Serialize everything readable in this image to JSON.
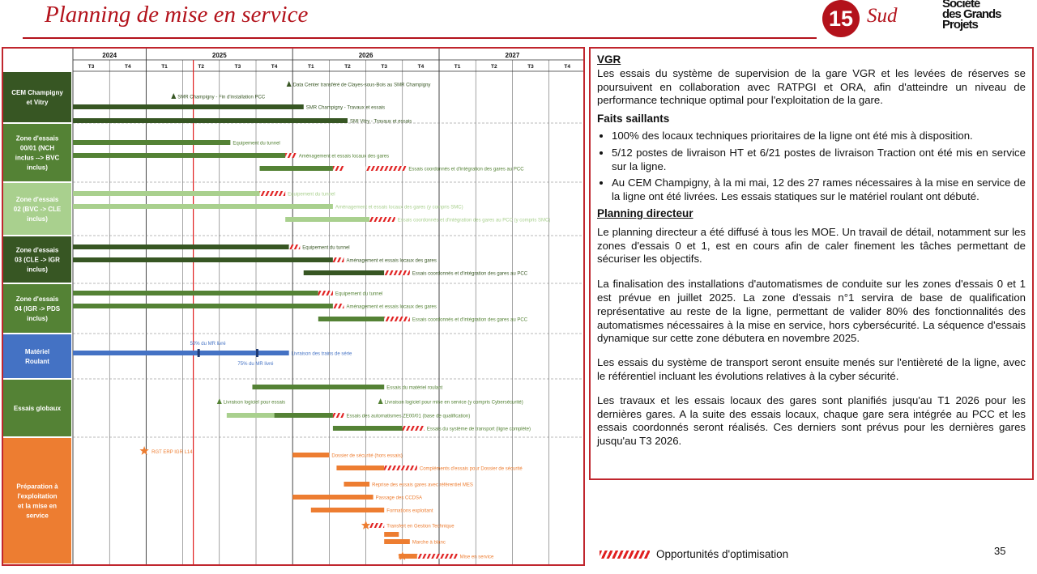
{
  "header": {
    "title": "Planning de mise en service",
    "logo_number": "15",
    "logo_suffix": "Sud",
    "org_lines": [
      "Société",
      "des Grands",
      "Projets"
    ]
  },
  "gantt": {
    "years": [
      "2024",
      "2025",
      "2026",
      "2027"
    ],
    "quarters": [
      "T3",
      "T4",
      "T1",
      "T2",
      "T3",
      "T4",
      "T1",
      "T2",
      "T3",
      "T4",
      "T1",
      "T2",
      "T3",
      "T4"
    ],
    "sections": [
      {
        "label": "CEM Champigny et Vitry",
        "color": "#375623"
      },
      {
        "label": "Zone d'essais 00/01 (NCH inclus --> BVC inclus)",
        "color": "#548235"
      },
      {
        "label": "Zone d'essais 02 (BVC -> CLE inclus)",
        "color": "#a9d08e"
      },
      {
        "label": "Zone d'essais 03 (CLE -> IGR inclus)",
        "color": "#375623"
      },
      {
        "label": "Zone d'essais 04 (IGR -> PDS inclus)",
        "color": "#548235"
      },
      {
        "label": "Matériel Roulant",
        "color": "#4472c4"
      },
      {
        "label": "Essais globaux",
        "color": "#548235"
      },
      {
        "label": "Préparation à l'exploitation et la mise en service",
        "color": "#ed7d31"
      }
    ],
    "tasks": [
      "Data Center transféré de Clayes-sous-Bois au SMR Champigny",
      "SMR Champigny - Fin d'installation PCC",
      "SMR Champigny - Travaux et essais",
      "SMI Vitry - Travaux et essais",
      "Equipement du tunnel",
      "Aménagement et essais locaux des gares",
      "Essais coordonnés et d'intégration des gares au PCC",
      "Equipement du tunnel",
      "Aménagement et essais locaux des gares (y compris SMC)",
      "Essais coordonnés et d'intégration des gares au PCC (y compris SMC)",
      "Equipement du tunnel",
      "Aménagement et essais locaux des gares",
      "Essais coordonnés et d'intégration des gares au PCC",
      "Equipement du tunnel",
      "Aménagement et essais locaux des gares",
      "Essais coordonnés et d'intégration des gares au PCC",
      "50% du MR livré",
      "Livraison des trains de série",
      "75% du MR livré",
      "Essais du matériel roulant",
      "Livraison logiciel pour essais",
      "Livraison logiciel pour mise en service (y compris Cybersécurité)",
      "Essais des automatismes ZE00/01 (base de qualification)",
      "Essais du système de transport (ligne complète)",
      "RGT ERP IGR L14",
      "Dossier de sécurité (hors essais)",
      "Compléments d'essais pour Dossier de sécurité",
      "Reprise des essais gares avec référentiel MES",
      "Passage des CCDSA",
      "Formations exploitant",
      "Transfert en Gestion Technique",
      "Marche à blanc",
      "Mise en service"
    ]
  },
  "panel": {
    "vgr_title": "VGR",
    "vgr_text": "Les essais du système de supervision de la gare VGR et les levées de réserves se poursuivent en collaboration avec RATPGI et ORA, afin d'atteindre un niveau de performance technique optimal pour l'exploitation de la gare.",
    "faits_title": "Faits saillants",
    "faits": [
      "100% des locaux techniques prioritaires de la ligne ont été mis à disposition.",
      "5/12 postes de livraison HT et 6/21 postes de livraison Traction ont été mis en service sur la ligne.",
      "Au CEM Champigny, à la mi mai, 12 des 27 rames nécessaires à la mise en service de la ligne ont été livrées. Les essais statiques sur le matériel roulant ont débuté."
    ],
    "planning_title": "Planning directeur",
    "planning_paras": [
      "Le planning directeur a été diffusé à tous les MOE. Un travail de détail, notamment sur les zones d'essais 0 et 1, est en cours afin de caler finement les tâches permettant de sécuriser les objectifs.",
      "La finalisation des installations d'automatismes de conduite sur les zones d'essais 0 et 1 est prévue en juillet 2025. La zone d'essais n°1 servira de base de qualification représentative au reste de la ligne, permettant de valider 80% des fonctionnalités des automatismes nécessaires à la mise en service, hors cybersécurité. La séquence d'essais dynamique sur cette zone débutera en novembre 2025.",
      "Les essais du système de transport seront ensuite menés sur l'entièreté de la ligne, avec le référentiel incluant les évolutions relatives à la cyber sécurité.",
      "Les travaux et les essais locaux des gares sont planifiés jusqu'au T1 2026 pour les dernières gares. A la suite des essais locaux, chaque gare sera intégrée au PCC et les essais coordonnés seront réalisés. Ces derniers sont prévus pour les dernières gares jusqu'au T3 2026."
    ]
  },
  "legend_label": "Opportunités d'optimisation",
  "page_number": "35"
}
